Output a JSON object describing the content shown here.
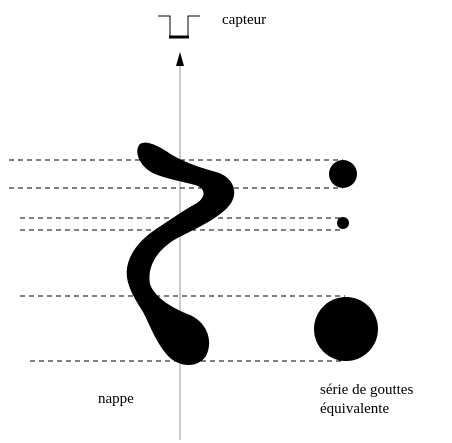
{
  "labels": {
    "sensor": "capteur",
    "liquid_sheet": "nappe",
    "equivalent_drops_line1": "série de gouttes",
    "equivalent_drops_line2": "équivalente"
  },
  "colors": {
    "ink": "#000000",
    "axis": "#999999",
    "background": "#ffffff"
  }
}
